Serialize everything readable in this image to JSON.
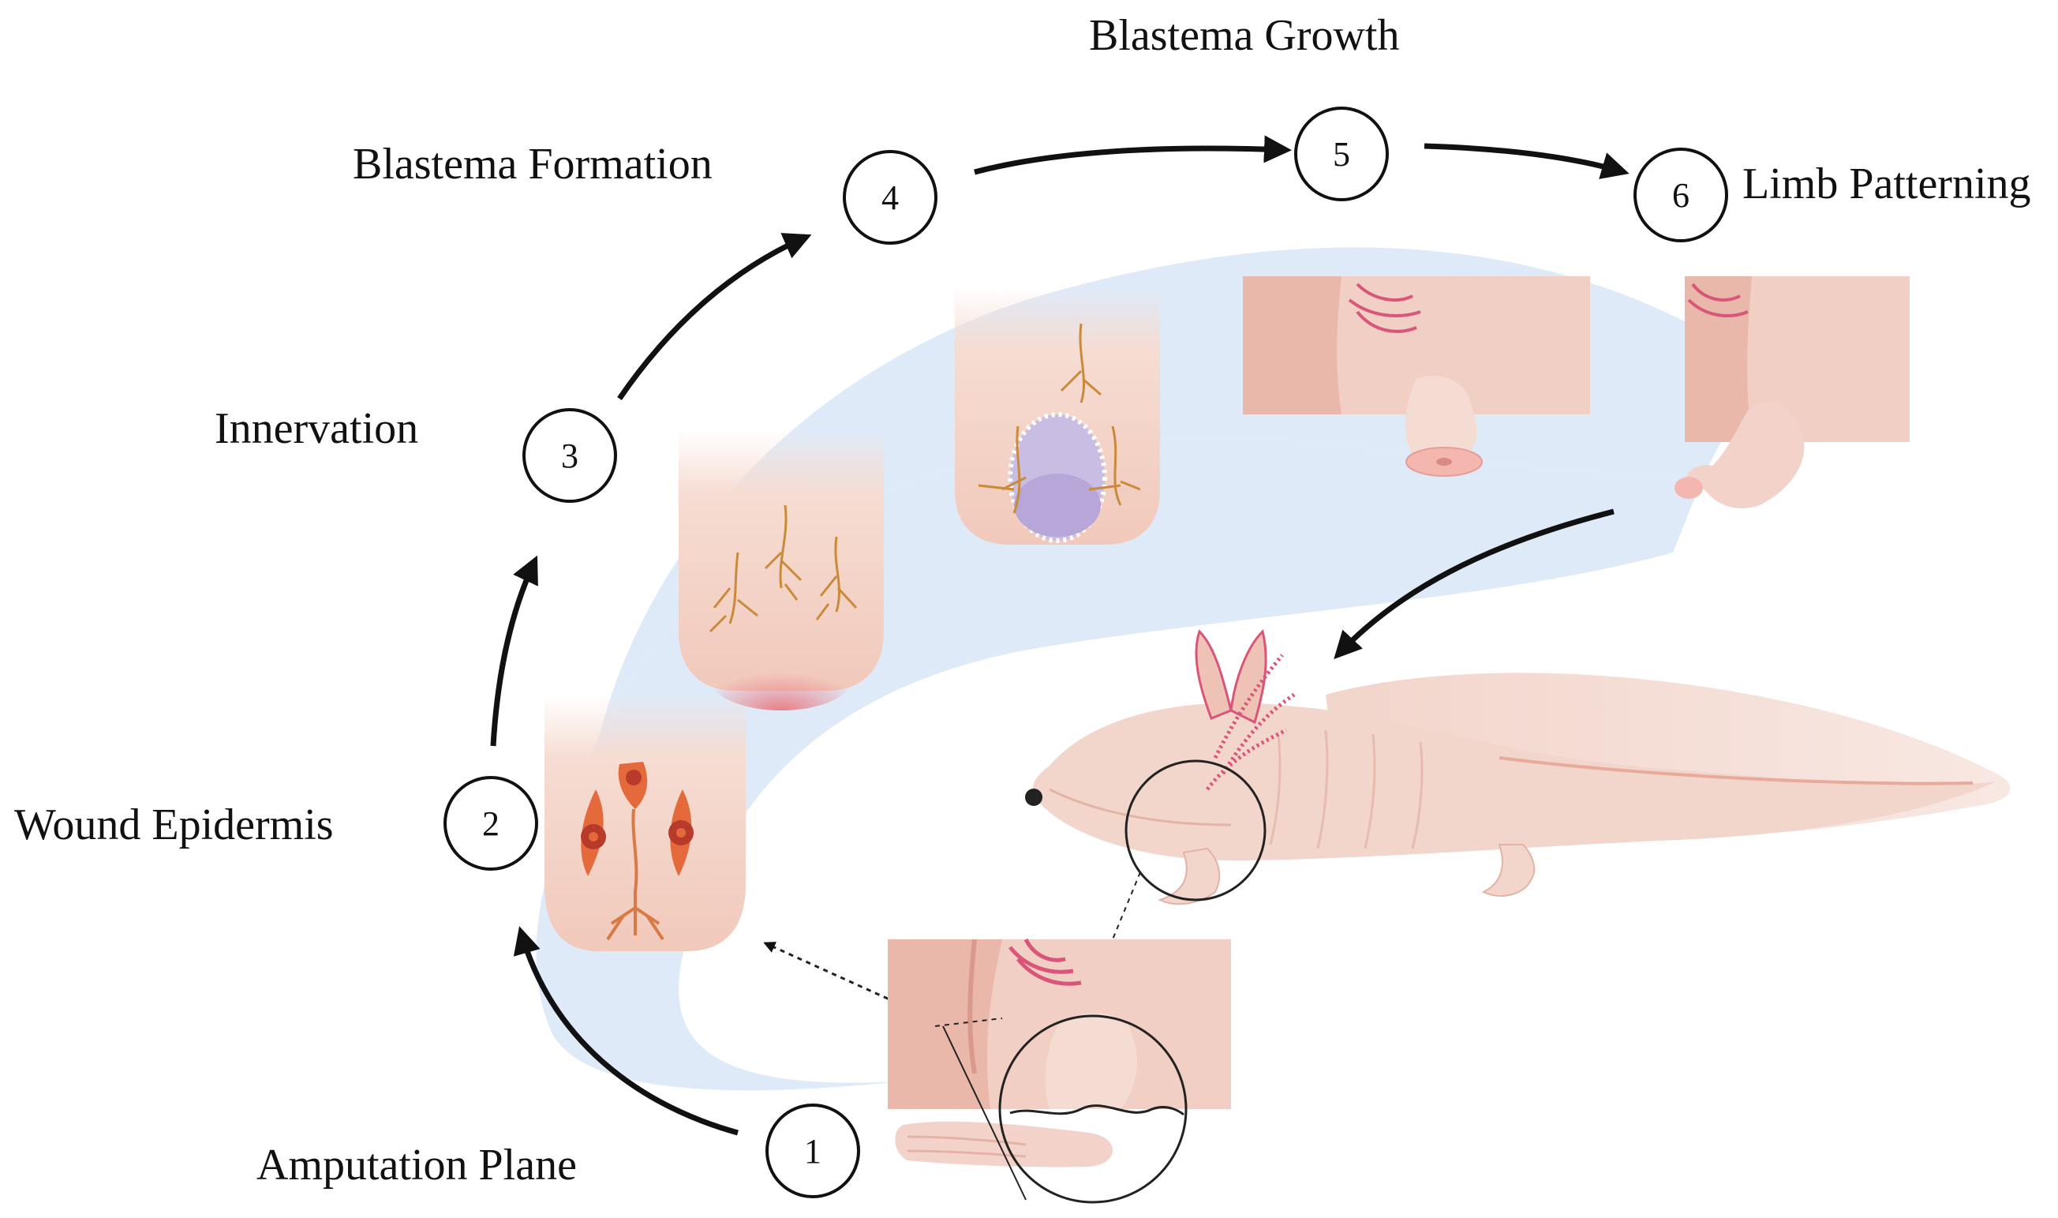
{
  "title": "Blastema Growth",
  "steps": [
    {
      "number": "1",
      "label": "Amputation Plane"
    },
    {
      "number": "2",
      "label": "Wound Epidermis"
    },
    {
      "number": "3",
      "label": "Innervation"
    },
    {
      "number": "4",
      "label": "Blastema Formation"
    },
    {
      "number": "5",
      "label": ""
    },
    {
      "number": "6",
      "label": "Limb Patterning"
    }
  ],
  "colors": {
    "background_band": "#dfeaf8",
    "skin": "#f3d6cc",
    "skin_dark": "#e8b9ab",
    "gills": "#d9557a",
    "nerves": "#c98a3a",
    "cells": "#e46a3c",
    "blastema": "#c9bde3",
    "arrow": "#111111"
  }
}
